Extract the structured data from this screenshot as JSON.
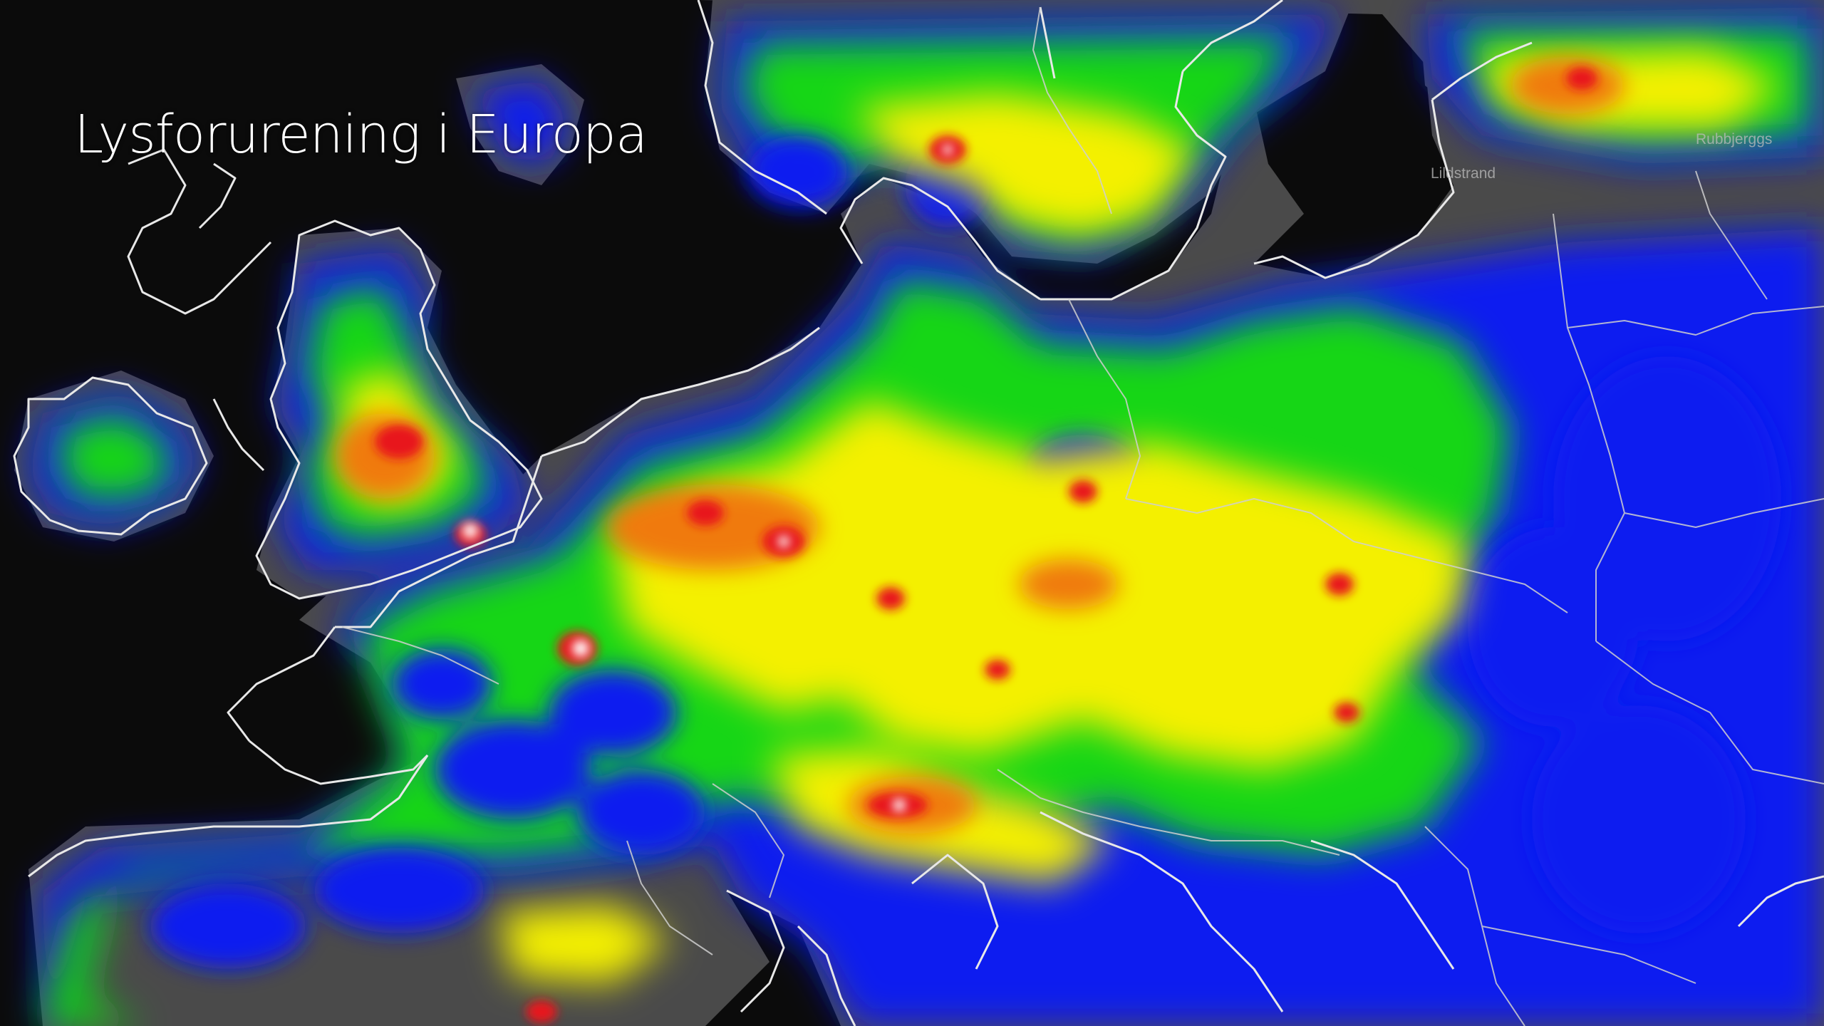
{
  "slide": {
    "title": "Lysforurening i Europa"
  },
  "credits": {
    "line1": "Rubbjerggs",
    "line2": "Lildstrand"
  },
  "map": {
    "legend_colors": {
      "sea": "#0b0b0b",
      "dark_land": "#4a4a4a",
      "low": "#0b1cf0",
      "moderate": "#19d619",
      "high": "#f4f000",
      "very_high": "#f07a10",
      "extreme": "#e8141c",
      "peak": "#ffffff"
    }
  }
}
